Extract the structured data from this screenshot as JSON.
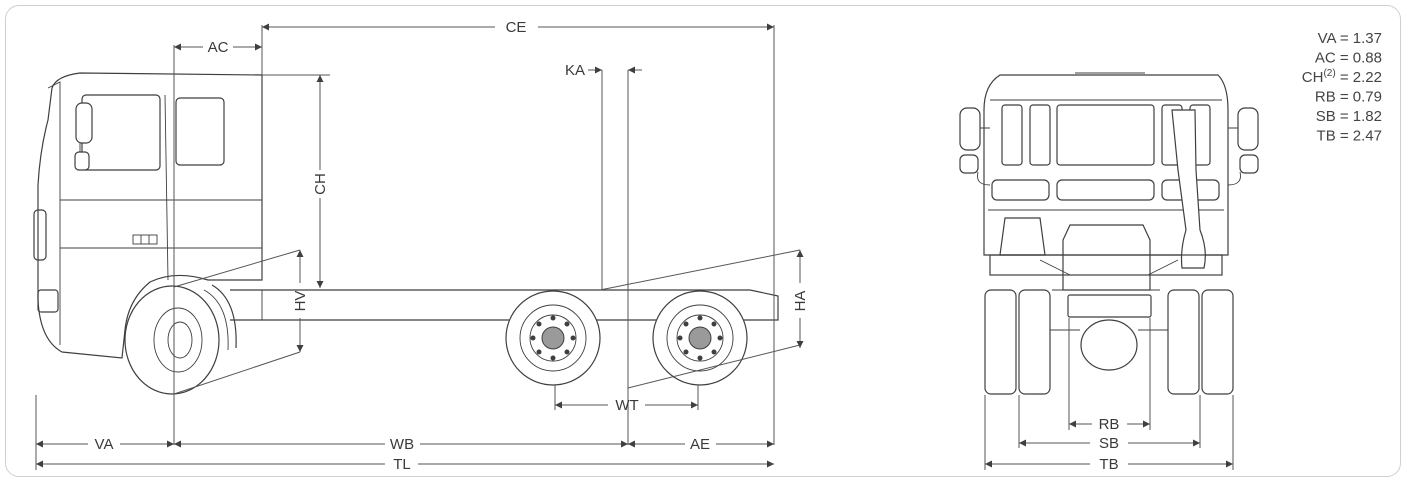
{
  "colors": {
    "line": "#3f3f3f",
    "text": "#3a3a3a",
    "frame": "#cfcfcf"
  },
  "dimension_labels": {
    "ac": "AC",
    "ce": "CE",
    "ka": "KA",
    "ch": "CH",
    "hv": "HV",
    "ha": "HA",
    "wt": "WT",
    "va": "VA",
    "wb": "WB",
    "ae": "AE",
    "tl": "TL",
    "rb": "RB",
    "sb": "SB",
    "tb": "TB"
  },
  "specs": [
    {
      "key": "VA",
      "sup": "",
      "value": "1.37"
    },
    {
      "key": "AC",
      "sup": "",
      "value": "0.88"
    },
    {
      "key": "CH",
      "sup": "(2)",
      "value": "2.22"
    },
    {
      "key": "RB",
      "sup": "",
      "value": "0.79"
    },
    {
      "key": "SB",
      "sup": "",
      "value": "1.82"
    },
    {
      "key": "TB",
      "sup": "",
      "value": "2.47"
    }
  ]
}
